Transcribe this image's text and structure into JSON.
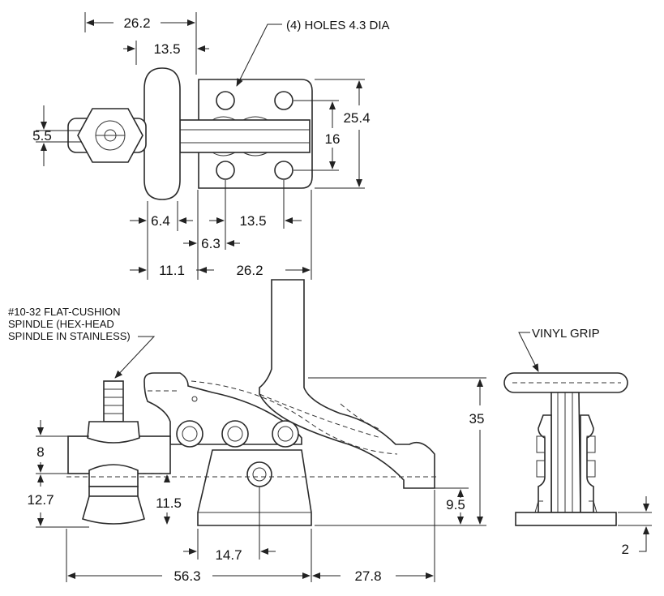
{
  "dims": {
    "top_26_2": "26.2",
    "top_13_5": "13.5",
    "d_5_5": "5.5",
    "d_25_4": "25.4",
    "d_16": "16",
    "d_6_4": "6.4",
    "d_13_5_lower": "13.5",
    "d_6_3": "6.3",
    "d_11_1": "11.1",
    "d_26_2_lower": "26.2",
    "d_35": "35",
    "d_8": "8",
    "d_12_7": "12.7",
    "d_11_5": "11.5",
    "d_9_5": "9.5",
    "d_14_7": "14.7",
    "d_56_3": "56.3",
    "d_27_8": "27.8",
    "d_2": "2"
  },
  "callouts": {
    "holes": "(4) HOLES 4.3 DIA",
    "spindle_line1": "#10-32 FLAT-CUSHION",
    "spindle_line2": "SPINDLE (HEX-HEAD",
    "spindle_line3": "SPINDLE IN STAINLESS)",
    "vinyl": "VINYL GRIP"
  }
}
